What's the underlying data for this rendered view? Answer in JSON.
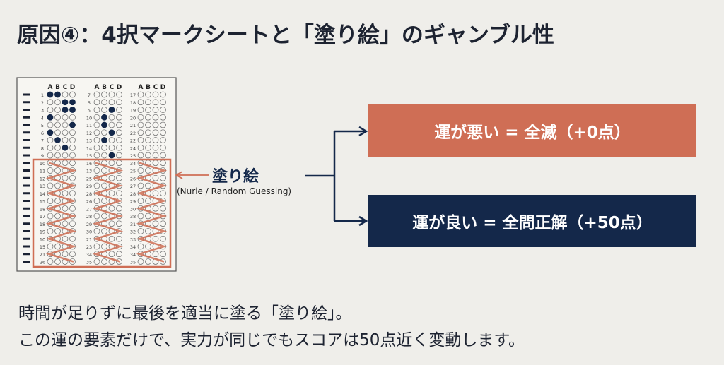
{
  "title": "原因④：4択マークシートと「塗り絵」のギャンブル性",
  "answer_sheet": {
    "choice_headers": [
      "A",
      "B",
      "C",
      "D"
    ],
    "columns": [
      {
        "numbers": [
          "1",
          "2",
          "3",
          "4",
          "5",
          "6",
          "7",
          "8",
          "9",
          "10",
          "11",
          "12",
          "13",
          "14",
          "15",
          "18",
          "17",
          "18",
          "19",
          "10",
          "15",
          "21",
          "26"
        ],
        "filled": [
          [
            "A",
            "B"
          ],
          [
            "C",
            "D"
          ],
          [
            "C",
            "D"
          ],
          [
            "A"
          ],
          [
            "D"
          ],
          [
            "A"
          ],
          [
            "B"
          ],
          [
            "C"
          ],
          []
        ]
      },
      {
        "numbers": [
          "7",
          "5",
          "5",
          "10",
          "11",
          "12",
          "13",
          "14",
          "15",
          "16",
          "13",
          "25",
          "29",
          "28",
          "26",
          "27",
          "28",
          "29",
          "30",
          "21",
          "23",
          "34",
          "35"
        ],
        "filled": [
          [],
          [],
          [
            "C"
          ],
          [
            "B"
          ],
          [
            "B"
          ],
          [
            "C"
          ],
          [
            "B"
          ],
          [],
          [
            "C"
          ]
        ]
      },
      {
        "numbers": [
          "17",
          "18",
          "19",
          "20",
          "21",
          "22",
          "22",
          "24",
          "25",
          "34",
          "25",
          "26",
          "27",
          "28",
          "29",
          "30",
          "38",
          "31",
          "32",
          "33",
          "34",
          "34",
          "35"
        ],
        "filled": [
          [],
          [],
          [],
          [],
          [],
          [],
          [],
          [],
          []
        ]
      }
    ]
  },
  "nurie_label": "塗り絵",
  "nurie_sublabel": "(Nurie / Random Guessing)",
  "outcomes": {
    "bad": "運が悪い = 全滅（+0点）",
    "good": "運が良い = 全問正解（+50点）"
  },
  "bottom_text": [
    "時間が足りずに最後を適当に塗る「塗り絵」。",
    "この運の要素だけで、実力が同じでもスコアは50点近く変動します。"
  ],
  "colors": {
    "accent": "#cf6e55",
    "navy": "#14284a",
    "background": "#efeeea"
  }
}
